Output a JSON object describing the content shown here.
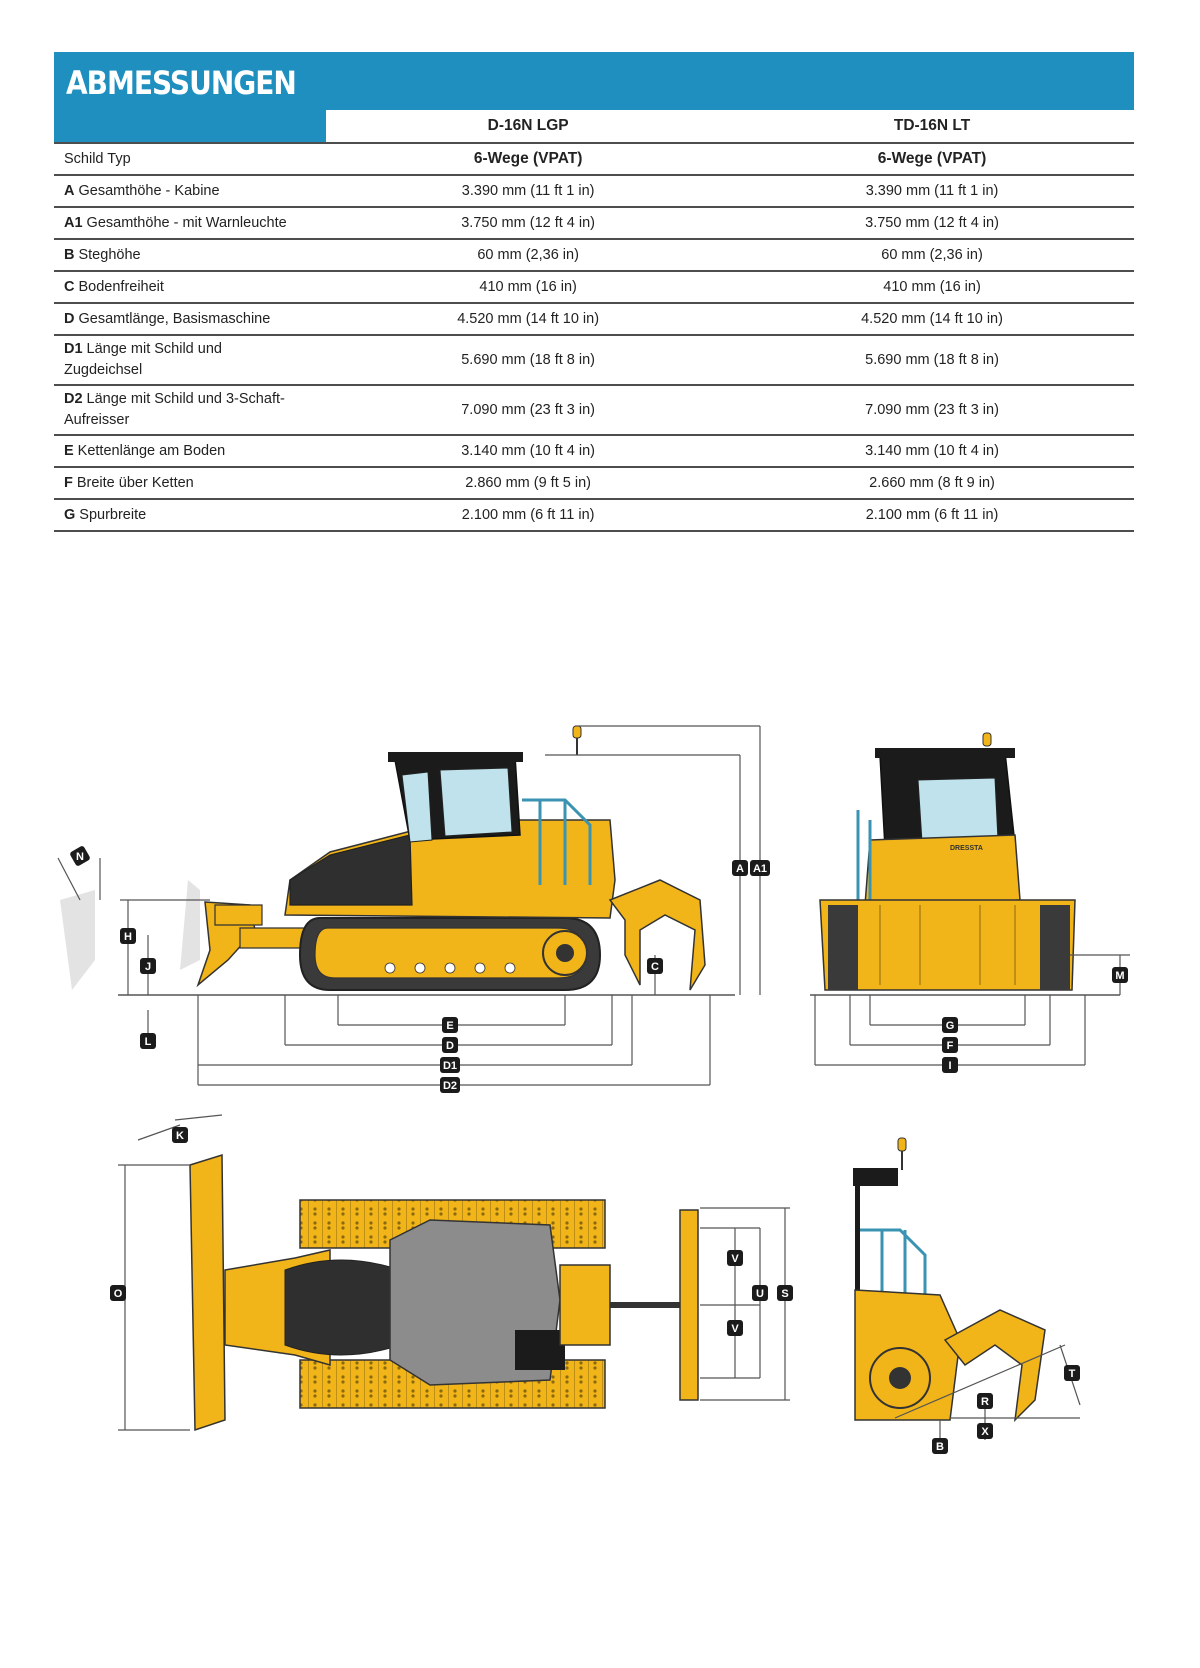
{
  "section_title": "ABMESSUNGEN",
  "models": [
    "D-16N LGP",
    "TD-16N LT"
  ],
  "rows": [
    {
      "code": "",
      "label": "Schild Typ",
      "values": [
        "6-Wege (VPAT)",
        "6-Wege  (VPAT)"
      ]
    },
    {
      "code": "A",
      "label": "Gesamthöhe - Kabine",
      "values": [
        "3.390 mm (11 ft 1 in)",
        "3.390 mm (11 ft 1 in)"
      ]
    },
    {
      "code": "A1",
      "label": "Gesamthöhe - mit Warnleuchte",
      "values": [
        "3.750 mm (12 ft 4 in)",
        "3.750 mm (12 ft 4 in)"
      ]
    },
    {
      "code": "B",
      "label": "Steghöhe",
      "values": [
        "60 mm (2,36 in)",
        "60 mm (2,36 in)"
      ]
    },
    {
      "code": "C",
      "label": "Bodenfreiheit",
      "values": [
        "410 mm (16 in)",
        "410 mm (16 in)"
      ]
    },
    {
      "code": "D",
      "label": "Gesamtlänge, Basismaschine",
      "values": [
        "4.520 mm (14 ft 10 in)",
        "4.520 mm (14 ft 10 in)"
      ]
    },
    {
      "code": "D1",
      "label": "Länge mit Schild und",
      "label2": "Zugdeichsel",
      "values": [
        "5.690 mm (18 ft 8 in)",
        "5.690 mm (18 ft 8 in)"
      ]
    },
    {
      "code": "D2",
      "label": "Länge mit Schild und 3-Schaft-",
      "label2": "Aufreisser",
      "values": [
        "7.090 mm (23 ft 3 in)",
        "7.090 mm (23 ft 3 in)"
      ]
    },
    {
      "code": "E",
      "label": "Kettenlänge am Boden",
      "values": [
        "3.140 mm (10 ft 4 in)",
        "3.140 mm (10 ft 4 in)"
      ]
    },
    {
      "code": "F",
      "label": "Breite über Ketten",
      "values": [
        "2.860 mm (9 ft 5 in)",
        "2.660 mm (8 ft 9 in)"
      ]
    },
    {
      "code": "G",
      "label": "Spurbreite",
      "values": [
        "2.100 mm (6 ft 11 in)",
        "2.100 mm (6 ft 11 in)"
      ]
    }
  ],
  "diagram": {
    "brand_text": "DRESSTA",
    "side_labels": {
      "n": "N",
      "h": "H",
      "j": "J",
      "l": "L",
      "c": "C",
      "a": "A",
      "a1": "A1",
      "e": "E",
      "d": "D",
      "d1": "D1",
      "d2": "D2"
    },
    "front_labels": {
      "m": "M",
      "g": "G",
      "f": "F",
      "i": "I"
    },
    "top_labels": {
      "k": "K",
      "o": "O",
      "v1": "V",
      "v2": "V",
      "u": "U",
      "s": "S"
    },
    "ripper_labels": {
      "t": "T",
      "r": "R",
      "b": "B",
      "x": "X"
    }
  },
  "colors": {
    "header_blue": "#1f8fbf",
    "machine_yellow": "#f1b419",
    "track_dark": "#3a3a3a"
  }
}
